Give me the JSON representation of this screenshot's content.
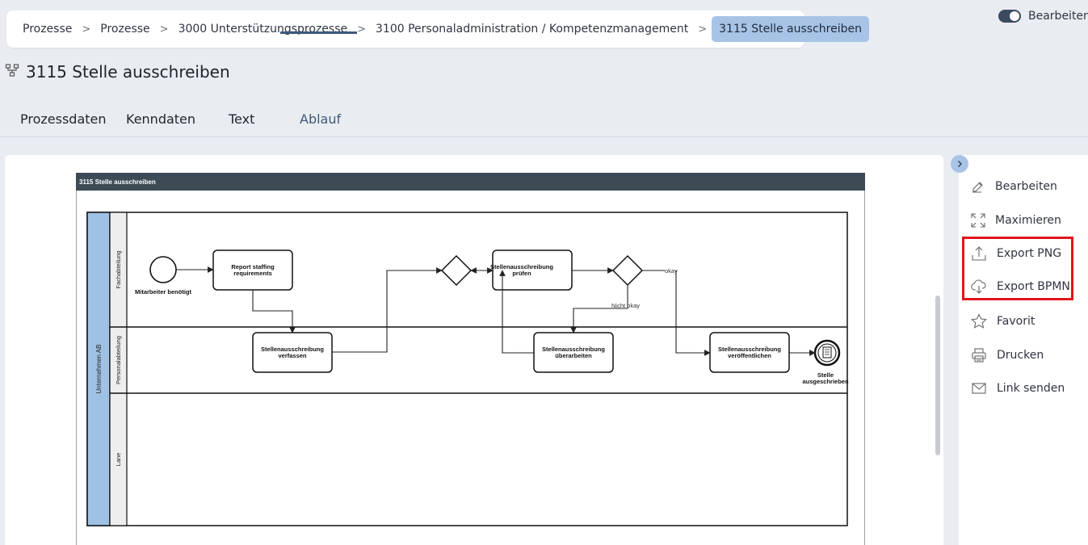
{
  "breadcrumb": {
    "items": [
      "Prozesse",
      "Prozesse",
      "3000 Unterstützungsprozesse",
      "3100 Personaladministration / Kompetenzmanagement"
    ],
    "current": "3115 Stelle ausschreiben"
  },
  "edit_toggle": {
    "label": "Bearbeiten",
    "on": true
  },
  "page": {
    "title": "3115 Stelle ausschreiben"
  },
  "tabs": [
    {
      "label": "Prozessdaten",
      "active": false
    },
    {
      "label": "Kenndaten",
      "active": false
    },
    {
      "label": "Text",
      "active": false
    },
    {
      "label": "Ablauf",
      "active": true
    }
  ],
  "diagram": {
    "header": "3115 Stelle ausschreiben",
    "pool": "Unternehmen AB",
    "lanes": [
      "Fachabteilung",
      "Personalabteilung",
      "Lane"
    ],
    "start_event": "Mitarbeiter benötigt",
    "tasks": [
      [
        "Report staffing",
        "requirements"
      ],
      [
        "Stellenausschreibung",
        "verfassen"
      ],
      [
        "Stellenausschreibung",
        "prüfen"
      ],
      [
        "Stellenausschreibung",
        "überarbeiten"
      ],
      [
        "Stellenausschreibung",
        "veröffentlichen"
      ]
    ],
    "gateway_labels": {
      "okay": "okay",
      "not_okay": "Nicht okay"
    },
    "end_event": [
      "Stelle",
      "ausgeschrieben"
    ]
  },
  "actions": {
    "edit": "Bearbeiten",
    "maximize": "Maximieren",
    "export_png": "Export PNG",
    "export_bpmn": "Export BPMN",
    "favorite": "Favorit",
    "print": "Drucken",
    "send_link": "Link senden"
  },
  "colors": {
    "accent": "#a7c4e6",
    "highlight": "#e0141c",
    "diagram_header": "#3d4b57",
    "pool_band": "#9fc1e3"
  }
}
